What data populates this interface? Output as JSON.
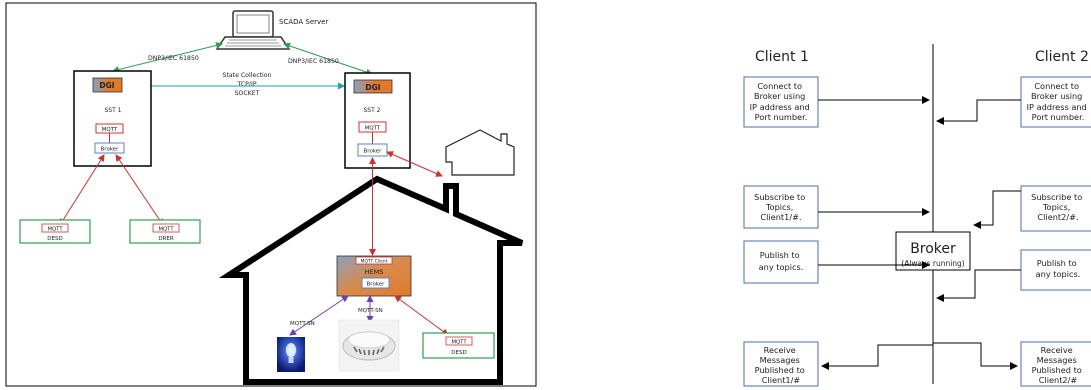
{
  "left_diagram": {
    "scada_server": "SCADA Server",
    "protocol_left": "DNP3/IEC 61850",
    "protocol_right": "DNP3/IEC 61850",
    "state_collection": [
      "State Collection",
      "TCP/IP",
      "SOCKET"
    ],
    "sst1": {
      "dgi": "DGI",
      "name": "SST 1",
      "mqtt": "MQTT",
      "broker": "Broker"
    },
    "sst2": {
      "dgi": "DGI",
      "name": "SST 2",
      "mqtt": "MQTT",
      "broker": "Broker"
    },
    "desd_left": {
      "mqtt": "MQTT",
      "name": "DESD"
    },
    "drer": {
      "mqtt": "MQTT",
      "name": "DRER"
    },
    "hems": {
      "client": "MQTT Client",
      "name": "HEMS",
      "broker": "Broker"
    },
    "mqtt_sn_left": "MQTT-SN",
    "mqtt_sn_center": "MQTT-SN",
    "desd_house": {
      "mqtt": "MQTT",
      "name": "DESD"
    }
  },
  "right_diagram": {
    "client1_title": "Client 1",
    "client2_title": "Client 2",
    "broker_title": "Broker",
    "broker_sub": "(Always running)",
    "client1_steps": [
      [
        "Connect to",
        "Broker using",
        "IP address and",
        "Port number."
      ],
      [
        "Subscribe to",
        "Topics,",
        "Client1/#."
      ],
      [
        "Publish to",
        "any topics."
      ],
      [
        "Receive",
        "Messages",
        "Published to",
        "Client1/#"
      ]
    ],
    "client2_steps": [
      [
        "Connect to",
        "Broker using",
        "IP address and",
        "Port number."
      ],
      [
        "Subscribe to",
        "Topics,",
        "Client2/#."
      ],
      [
        "Publish to",
        "any topics."
      ],
      [
        "Receive",
        "Messages",
        "Published to",
        "Client2/#"
      ]
    ]
  },
  "colors": {
    "orange": "#e07a2a",
    "blue_gray": "#8aa1c1",
    "red": "#d32f2f",
    "green": "#2e9e4f",
    "purple": "#6a3fb5",
    "teal": "#1aa3b0",
    "client_box": "#4a6fb5"
  }
}
